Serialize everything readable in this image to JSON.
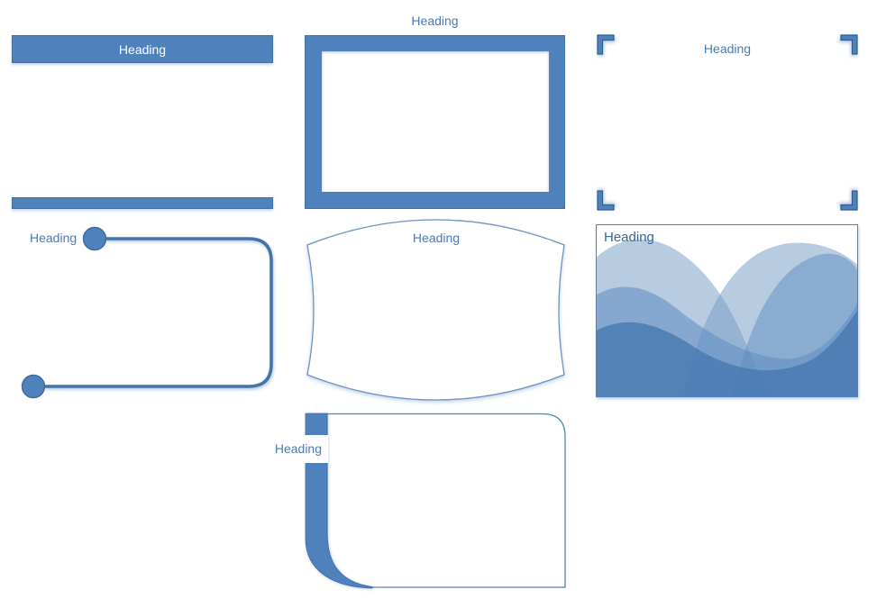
{
  "colors": {
    "accent_fill": "#4F81BD",
    "accent_border": "#41719C",
    "bracket_border": "#2E5E8E",
    "outline_line": "#4173AC",
    "thin_outline": "#6D94C1",
    "heading_blue": "#4A7AB5",
    "heading_white": "#FFFFFF",
    "heading_dark_blue": "#3A6694",
    "wave_light": "#A9C4DF",
    "wave_medium": "#7FA5CE",
    "wave_dark": "#5E8DC2"
  },
  "panels": {
    "banded": {
      "heading": "Heading"
    },
    "bordered_frame": {
      "heading": "Heading"
    },
    "corner_brackets": {
      "heading": "Heading"
    },
    "pinned_outline": {
      "heading": "Heading"
    },
    "cushion": {
      "heading": "Heading"
    },
    "waves": {
      "heading": "Heading"
    },
    "side_tab": {
      "heading": "Heading"
    }
  }
}
